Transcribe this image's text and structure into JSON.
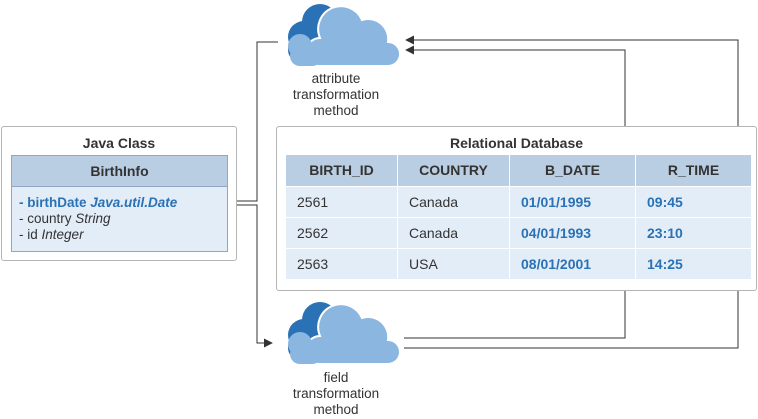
{
  "java_class": {
    "title": "Java Class",
    "class_name": "BirthInfo",
    "attributes": [
      {
        "name": "- birthDate",
        "type": "Java.util.Date"
      },
      {
        "name": "- country",
        "type": "String"
      },
      {
        "name": "- id",
        "type": "Integer"
      }
    ]
  },
  "database": {
    "title": "Relational Database",
    "columns": [
      "BIRTH_ID",
      "COUNTRY",
      "B_DATE",
      "R_TIME"
    ],
    "rows": [
      [
        "2561",
        "Canada",
        "01/01/1995",
        "09:45"
      ],
      [
        "2562",
        "Canada",
        "04/01/1993",
        "23:10"
      ],
      [
        "2563",
        "USA",
        "08/01/2001",
        "14:25"
      ]
    ]
  },
  "clouds": {
    "attribute": {
      "lines": [
        "attribute",
        "transformation",
        "method"
      ]
    },
    "field": {
      "lines": [
        "field",
        "transformation",
        "method"
      ]
    }
  },
  "colors": {
    "cloud_dark": "#2a72b5",
    "cloud_light": "#8bb6e0",
    "header_fill": "#b9cde3",
    "body_fill": "#e3edf8",
    "highlight_text": "#2a72b5",
    "line": "#333333"
  }
}
